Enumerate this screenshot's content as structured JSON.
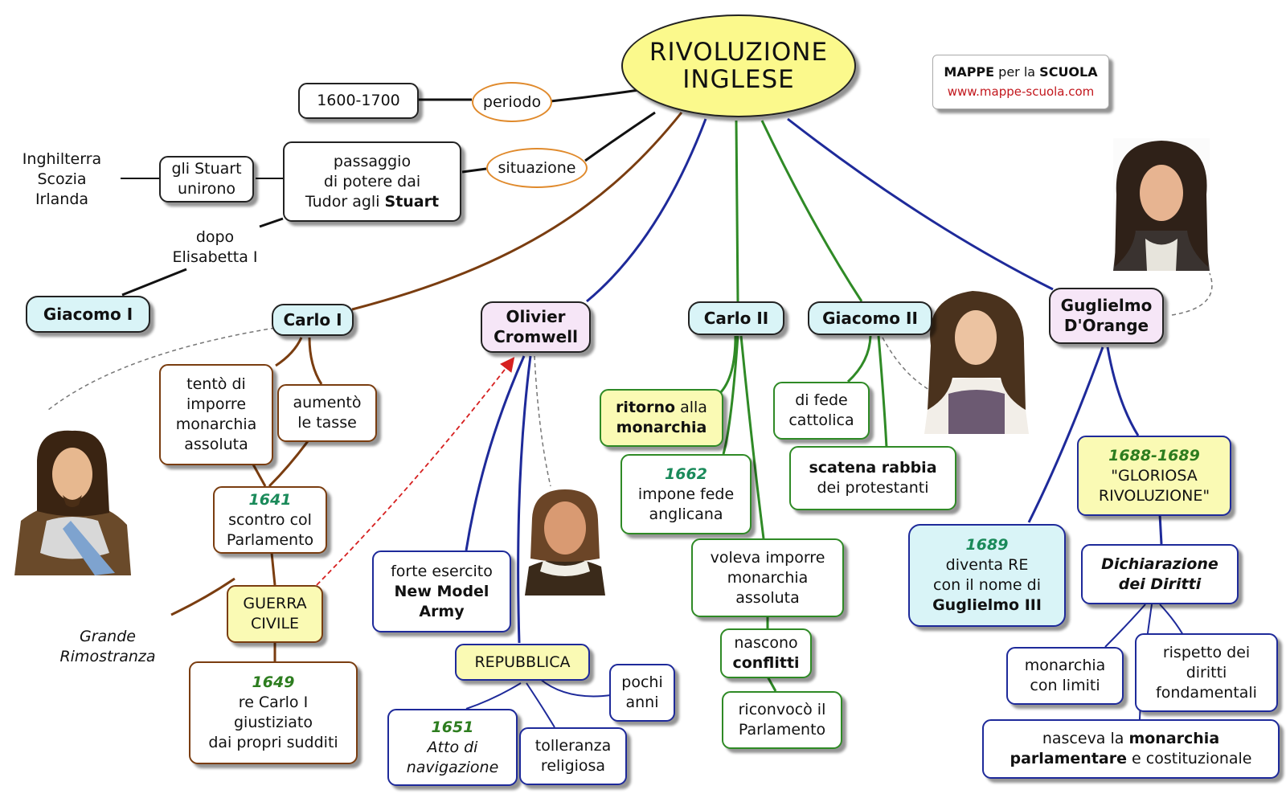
{
  "title": {
    "line1": "RIVOLUZIONE",
    "line2": "INGLESE"
  },
  "brand": {
    "mappe": "MAPPE",
    "per_la": " per la ",
    "scuola": "SCUOLA",
    "url": "www.mappe-scuola.com"
  },
  "links": {
    "periodo": "periodo",
    "situazione": "situazione"
  },
  "periodo": {
    "value": "1600-1700"
  },
  "situazione": {
    "l1": "passaggio",
    "l2": "di potere dai",
    "l3a": "Tudor agli ",
    "l3b": "Stuart"
  },
  "stuart": {
    "l1": "gli Stuart",
    "l2": "unirono"
  },
  "countries": {
    "l1": "Inghilterra",
    "l2": "Scozia",
    "l3": "Irlanda"
  },
  "dopo": {
    "l1": "dopo",
    "l2": "Elisabetta I"
  },
  "rulers": {
    "giacomo1": "Giacomo I",
    "carlo1": "Carlo I",
    "cromwell": {
      "l1": "Olivier",
      "l2": "Cromwell"
    },
    "carlo2": "Carlo II",
    "giacomo2": "Giacomo II",
    "guglielmo": {
      "l1": "Guglielmo",
      "l2": "D'Orange"
    }
  },
  "carlo1": {
    "impose": {
      "l1": "tentò di",
      "l2": "imporre",
      "l3": "monarchia",
      "l4": "assoluta"
    },
    "tasse": {
      "l1": "aumentò",
      "l2": "le tasse"
    },
    "scontro": {
      "year": "1641",
      "l1": "scontro col",
      "l2": "Parlamento"
    },
    "guerra": {
      "l1": "GUERRA",
      "l2": "CIVILE"
    },
    "rimostranza": {
      "l1": "Grande",
      "l2": "Rimostranza"
    },
    "giustiziato": {
      "year": "1649",
      "l1": "re Carlo I",
      "l2": "giustiziato",
      "l3": "dai propri sudditi"
    }
  },
  "cromwell": {
    "esercito": {
      "l1": "forte esercito",
      "l2": "New Model",
      "l3": "Army"
    },
    "repubblica": "REPUBBLICA",
    "pochi": {
      "l1": "pochi",
      "l2": "anni"
    },
    "atto": {
      "year": "1651",
      "l1": "Atto di",
      "l2": "navigazione"
    },
    "tolleranza": {
      "l1": "tolleranza",
      "l2": "religiosa"
    }
  },
  "carlo2": {
    "ritorno": {
      "l1a": "ritorno",
      "l1b": " alla",
      "l2": "monarchia"
    },
    "fede": {
      "year": "1662",
      "l1": "impone fede",
      "l2": "anglicana"
    },
    "voleva": {
      "l1": "voleva imporre",
      "l2": "monarchia",
      "l3": "assoluta"
    },
    "conflitti": {
      "l1": "nascono",
      "l2": "conflitti"
    },
    "riconvoco": {
      "l1": "riconvocò il",
      "l2": "Parlamento"
    }
  },
  "giacomo2": {
    "cattolica": {
      "l1": "di fede",
      "l2": "cattolica"
    },
    "rabbia": {
      "l1": "scatena rabbia",
      "l2": "dei protestanti"
    }
  },
  "guglielmo": {
    "gloriosa": {
      "year": "1688-1689",
      "l1": "\"GLORIOSA",
      "l2": "RIVOLUZIONE\""
    },
    "re": {
      "year": "1689",
      "l1": "diventa RE",
      "l2": "con il nome di",
      "l3": "Guglielmo III"
    },
    "dichiarazione": {
      "l1": "Dichiarazione",
      "l2": "dei Diritti"
    },
    "limiti": {
      "l1": "monarchia",
      "l2": "con limiti"
    },
    "rispetto": {
      "l1": "rispetto dei",
      "l2": "diritti",
      "l3": "fondamentali"
    },
    "nasceva": {
      "l1a": "nasceva la ",
      "l1b": "monarchia",
      "l2a": "parlamentare",
      "l2b": " e costituzionale"
    }
  },
  "colors": {
    "brown": "#7a3d10",
    "blue": "#1e2a9a",
    "green": "#2f8a26",
    "black": "#111111",
    "yellow": "#fafab4",
    "cyan": "#d9f4f7",
    "pink": "#f6e6f7",
    "orange": "#e08a2c",
    "red": "#d62020"
  }
}
